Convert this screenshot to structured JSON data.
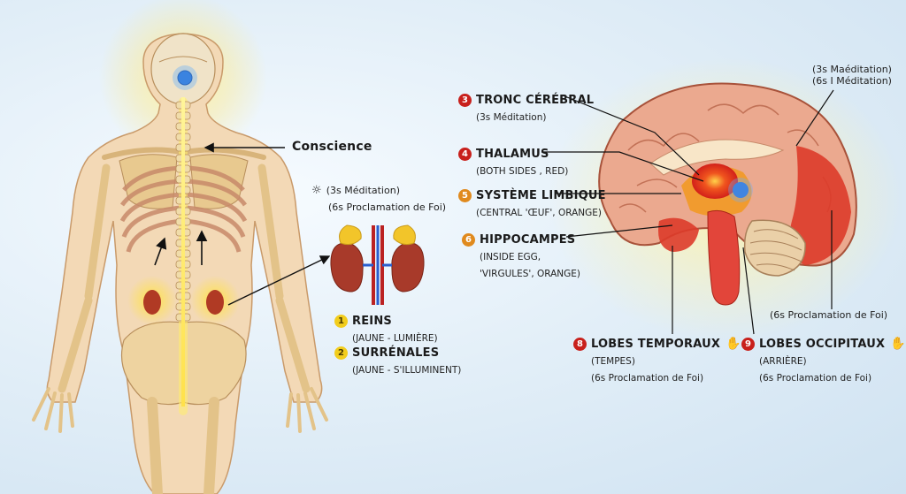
{
  "spine": {
    "label_conscience": "Conscience",
    "note_line1": "(3s Méditation)",
    "note_line2": "(6s Proclamation de Foi)",
    "bulb_icon": "lightbulb-icon",
    "items": [
      {
        "num": "1",
        "title": "REINS",
        "sub": "(JAUNE - LUMIÈRE)"
      },
      {
        "num": "2",
        "title": "SURRÉNALES",
        "sub": "(JAUNE - S'ILLUMINENT)"
      }
    ]
  },
  "brain": {
    "top_note_line1": "(3s Maéditation)",
    "top_note_line2": "(6s I Méditation)",
    "right_note": "(6s Proclamation de Foi)",
    "hand_icon": "raised-hand-icon",
    "labels": [
      {
        "num": "3",
        "title": "TRONC CÉRÉBRAL",
        "sub": [
          "(3s Méditation)"
        ]
      },
      {
        "num": "4",
        "title": "THALAMUS",
        "sub": [
          "(BOTH SIDES , RED)"
        ]
      },
      {
        "num": "5",
        "title": "SYSTÈME LIMBIQUE",
        "sub": [
          "(CENTRAL 'ŒUF', ORANGE)"
        ]
      },
      {
        "num": "6",
        "title": "HIPPOCAMPES",
        "sub": [
          "(INSIDE EGG,",
          "'VIRGULES', ORANGE)"
        ]
      },
      {
        "num": "8",
        "title": "LOBES TEMPORAUX",
        "sub": [
          "(TEMPES)",
          "(6s Proclamation de Foi)"
        ]
      },
      {
        "num": "9",
        "title": "LOBES OCCIPITAUX",
        "sub": [
          "(ARRIÈRE)",
          "(6s Proclamation de Foi)"
        ]
      }
    ]
  },
  "colors": {
    "glow_yellow": "#ffe14a",
    "bone": "#e8c98f",
    "kidney": "#a83a2a",
    "brain_pink": "#e9a08a",
    "brain_red": "#d92a20",
    "limbic_orange": "#f19a2a",
    "thalamus_red": "#e0301e",
    "badge_red": "#c8201c",
    "badge_orange": "#e08a1e",
    "badge_yellow": "#f2cd1c"
  }
}
